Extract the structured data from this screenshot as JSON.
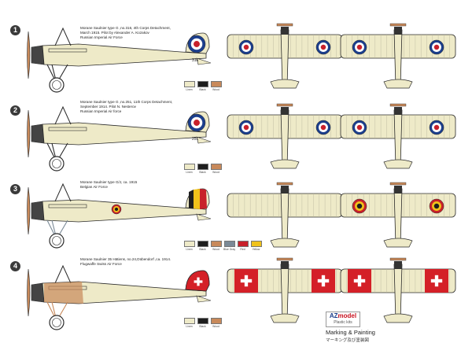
{
  "captions": [
    [
      "Morane Saulnier type G ,no.316, 4th Corps Detachment,",
      "March 1915. Pilot by Alexander A. Kozakov",
      "Russian Imperial Air Force"
    ],
    [
      "Morane Saulnier type G ,no.251, 11th Corps Detachment,",
      "September 1914. Pilot N. Nesterov",
      "Russian Imperial Air force"
    ],
    [
      "Morane Saulnier type G/J, ca. 1915",
      "Belgian Air Force"
    ],
    [
      "Morane Saulnier 35 Hätiens, no.24,Dübendorf ,ca. 1914.",
      "Flugwaffe Swiss Air Force"
    ]
  ],
  "numbers": [
    "1",
    "2",
    "3",
    "4"
  ],
  "serials": [
    "316",
    "251"
  ],
  "swatches": [
    [
      {
        "label": "Linen",
        "color": "#eeeac8"
      },
      {
        "label": "Black",
        "color": "#1e1e1e"
      },
      {
        "label": "Wood",
        "color": "#c8895a"
      }
    ],
    [
      {
        "label": "Linen",
        "color": "#eeeac8"
      },
      {
        "label": "Black",
        "color": "#1e1e1e"
      },
      {
        "label": "Wood",
        "color": "#c8895a"
      }
    ],
    [
      {
        "label": "Linen",
        "color": "#eeeac8"
      },
      {
        "label": "Black",
        "color": "#1e1e1e"
      },
      {
        "label": "Wood",
        "color": "#c8895a"
      },
      {
        "label": "Blue Gray",
        "color": "#7b8a97"
      },
      {
        "label": "Red",
        "color": "#c8202a"
      },
      {
        "label": "Yellow",
        "color": "#f0c21a"
      }
    ],
    [
      {
        "label": "Linen",
        "color": "#eeeac8"
      },
      {
        "label": "Black",
        "color": "#1e1e1e"
      },
      {
        "label": "Wood",
        "color": "#c8895a"
      }
    ]
  ],
  "logo": {
    "az": "AZ",
    "model": "model",
    "sub": "Plastic kits"
  },
  "footer": {
    "title": "Marking & Painting",
    "subtitle": "マーキング及び塗装図"
  },
  "colors": {
    "linen": "#eeeac8",
    "outline": "#2a2a2a",
    "wood": "#c8895a",
    "roundel_blue": "#1b3e8c",
    "roundel_red": "#c8202a",
    "belgian_black": "#1e1e1e",
    "belgian_yellow": "#f0c21a",
    "belgian_red": "#c8202a",
    "swiss_red": "#d42027",
    "strut_gray": "#7b8a97"
  }
}
